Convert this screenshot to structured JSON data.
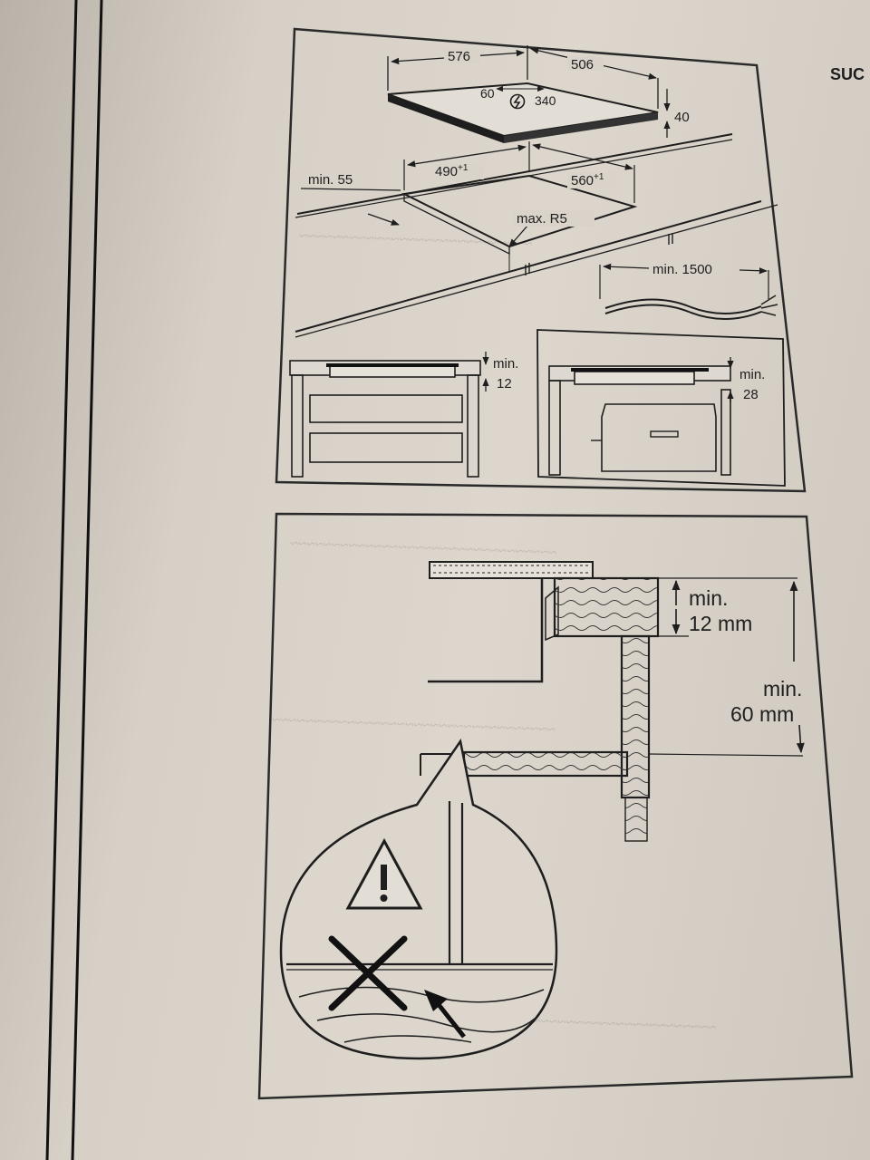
{
  "heading_fragment": "SUC",
  "top_panel": {
    "hob_width": "576",
    "hob_depth": "506",
    "hob_height": "40",
    "connection_offset": "60",
    "connection_distance": "340",
    "cutout_width_base": "490",
    "cutout_width_tol": "+1",
    "cutout_depth_base": "560",
    "cutout_depth_tol": "+1",
    "front_clearance": "min. 55",
    "corner_radius": "max. R5",
    "cable_length": "min. 1500",
    "drawer_gap_a": "min.",
    "drawer_gap_b": "12",
    "oven_gap_a": "min.",
    "oven_gap_b": "28"
  },
  "bottom_panel": {
    "gap_label_a": "min.",
    "gap_label_b": "12 mm",
    "depth_label_a": "min.",
    "depth_label_b": "60 mm"
  },
  "icons": [
    "power-symbol-icon",
    "warning-triangle-icon",
    "cross-mark-icon",
    "arrow-icon"
  ]
}
